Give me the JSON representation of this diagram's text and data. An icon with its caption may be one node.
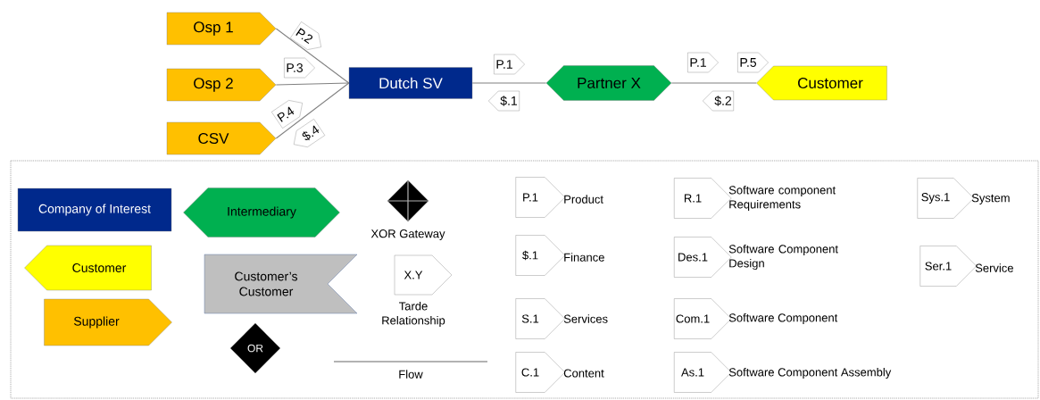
{
  "diagram": {
    "nodes": [
      {
        "text": [
          "Osp 1"
        ]
      },
      {
        "text": [
          "Osp 2"
        ]
      },
      {
        "text": [
          "CSV"
        ]
      },
      {
        "text": [
          "Dutch SV"
        ]
      },
      {
        "text": [
          "Partner X"
        ]
      },
      {
        "text": [
          "Customer"
        ]
      },
      {
        "text": [
          "Company of Interest"
        ]
      },
      {
        "text": [
          "Intermediary"
        ]
      },
      {
        "text": [],
        "shape": "diamond",
        "beside": [
          "XOR Gateway"
        ]
      },
      {
        "text": [
          "Customer"
        ]
      },
      {
        "text": [
          "Customer’s Customer"
        ]
      },
      {
        "text": [
          "X.Y"
        ],
        "beside": [
          "Tarde Relationship"
        ]
      },
      {
        "text": [
          "Supplier"
        ]
      },
      {
        "text": [
          "OR"
        ]
      },
      {
        "text": [
          "P.1"
        ],
        "beside": [
          "Product"
        ]
      },
      {
        "text": [
          "$.1"
        ],
        "beside": [
          "Finance"
        ]
      },
      {
        "text": [
          "S.1"
        ],
        "beside": [
          "Services"
        ]
      },
      {
        "text": [
          "C.1"
        ],
        "beside": [
          "Content"
        ]
      },
      {
        "text": [
          "R.1"
        ],
        "beside": [
          "Software component Requirements"
        ]
      },
      {
        "text": [
          "Des.1"
        ],
        "beside": [
          "Software Component Design"
        ]
      },
      {
        "text": [
          "Com.1"
        ],
        "beside": [
          "Software Component"
        ]
      },
      {
        "text": [
          "As.1"
        ],
        "beside": [
          "Software Component Assembly"
        ]
      },
      {
        "text": [
          "Sys.1"
        ],
        "beside": [
          "System"
        ]
      },
      {
        "text": [
          "Ser.1"
        ],
        "beside": [
          "Service"
        ]
      }
    ],
    "edges": [
      {
        "from": 0,
        "to": 3,
        "arrow": "none",
        "label": "P.2"
      },
      {
        "from": 1,
        "to": 3,
        "arrow": "none",
        "label": "P.3"
      },
      {
        "from": 2,
        "to": 3,
        "arrow": "none",
        "label": "P.4"
      },
      {
        "from": 3,
        "to": 4,
        "arrow": "none",
        "label": "P.1"
      },
      {
        "from": 4,
        "to": 5,
        "arrow": "none",
        "label": "P.1"
      }
    ],
    "labels": [
      "$.4",
      "$.1",
      "P.5",
      "$.2"
    ],
    "legend": [
      {
        "text": "Flow"
      }
    ]
  }
}
